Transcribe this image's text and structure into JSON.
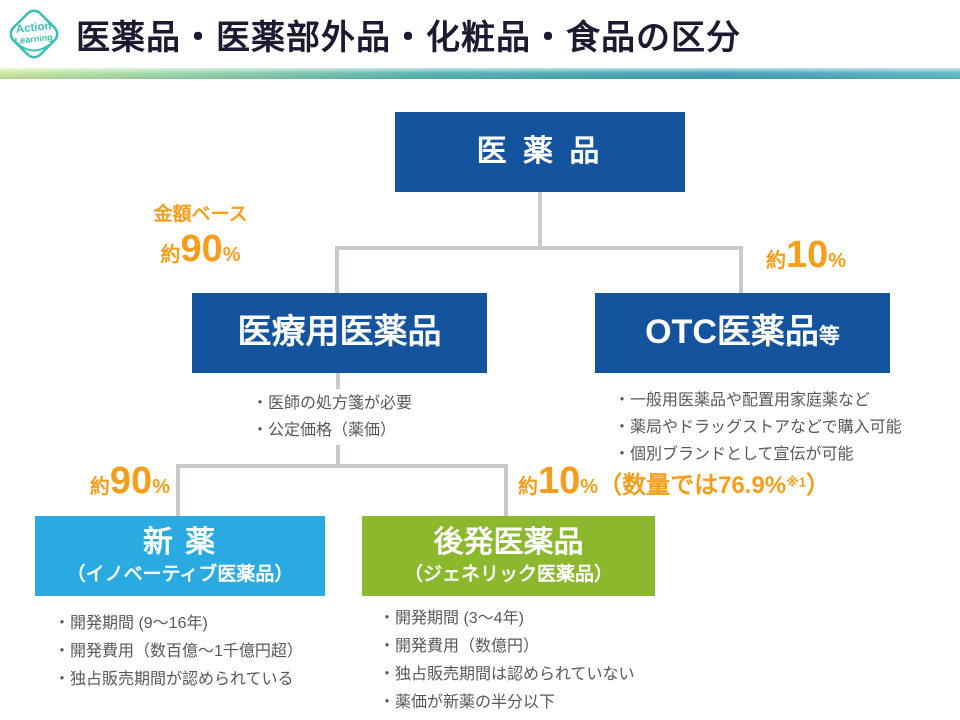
{
  "colors": {
    "navy": "#14539e",
    "light_blue": "#29abe2",
    "green": "#8bb82d",
    "orange": "#f59e1b",
    "connector_gray": "#c9cbcb",
    "body_text_gray": "#57585a",
    "logo_teal": "#3cbfb4"
  },
  "header": {
    "logo_line1": "Action",
    "logo_line2": "Learning",
    "title": "医薬品・医薬部外品・化粧品・食品の区分"
  },
  "annotations": {
    "value_base": {
      "caption": "金額ベース",
      "approx": "約",
      "value": "90",
      "unit": "%"
    },
    "otc_share": {
      "approx": "約",
      "value": "10",
      "unit": "%"
    },
    "new_drug_share": {
      "approx": "約",
      "value": "90",
      "unit": "%"
    },
    "generic_share": {
      "approx": "約",
      "value": "10",
      "unit": "%",
      "note_open": "（数量では76.9%",
      "note_sup": "※1",
      "note_close": "）"
    }
  },
  "nodes": {
    "root": {
      "label": "医 薬 品"
    },
    "medical": {
      "label": "医療用医薬品",
      "bullets": [
        "・医師の処方箋が必要",
        "・公定価格（薬価）"
      ]
    },
    "otc": {
      "label": "OTC医薬品",
      "label_suffix": "等",
      "bullets": [
        "・一般用医薬品や配置用家庭薬など",
        "・薬局やドラッグストアなどで購入可能",
        "・個別ブランドとして宣伝が可能"
      ]
    },
    "new_drug": {
      "label": "新 薬",
      "sublabel": "（イノベーティブ医薬品）",
      "bullets": [
        "・開発期間 (9～16年)",
        "・開発費用（数百億～1千億円超）",
        "・独占販売期間が認められている"
      ]
    },
    "generic": {
      "label": "後発医薬品",
      "sublabel": "（ジェネリック医薬品）",
      "bullets": [
        "・開発期間 (3～4年)",
        "・開発費用（数億円）",
        "・独占販売期間は認められていない",
        "・薬価が新薬の半分以下"
      ]
    }
  }
}
